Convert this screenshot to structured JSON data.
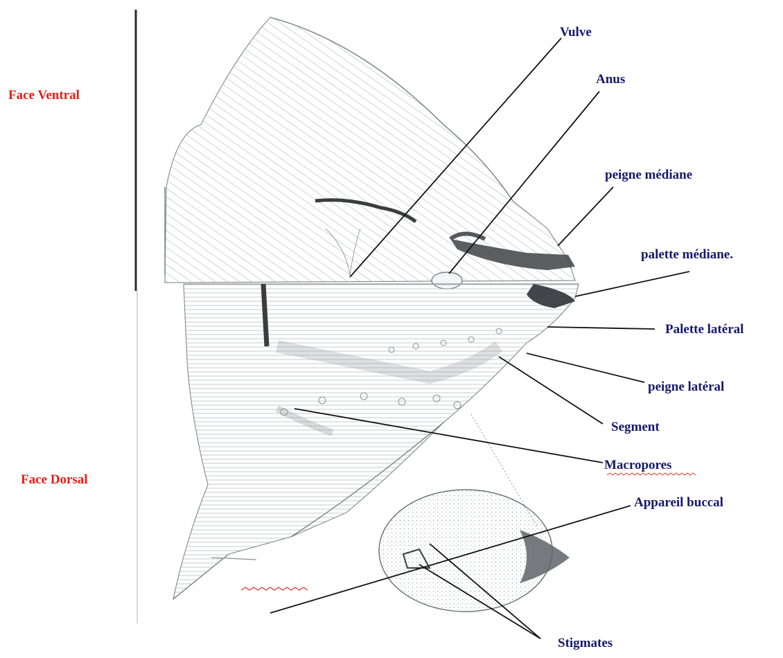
{
  "side_labels": {
    "ventral": "Face Ventral",
    "dorsal": "Face Dorsal"
  },
  "callouts": {
    "vulve": "Vulve",
    "anus": "Anus",
    "peigne_mediane": "peigne médiane",
    "palette_mediane": "palette médiane.",
    "palette_lateral": "Palette latéral",
    "peigne_lateral": "peigne latéral",
    "segment": "Segment",
    "macropores": "Macropores",
    "appareil_buccal": "Appareil buccal",
    "stigmates": "Stigmates"
  },
  "colors": {
    "side_label": "#e0201a",
    "callout_text": "#16196a",
    "leader_line": "#111111",
    "specimen_ink": "#6f7378"
  }
}
